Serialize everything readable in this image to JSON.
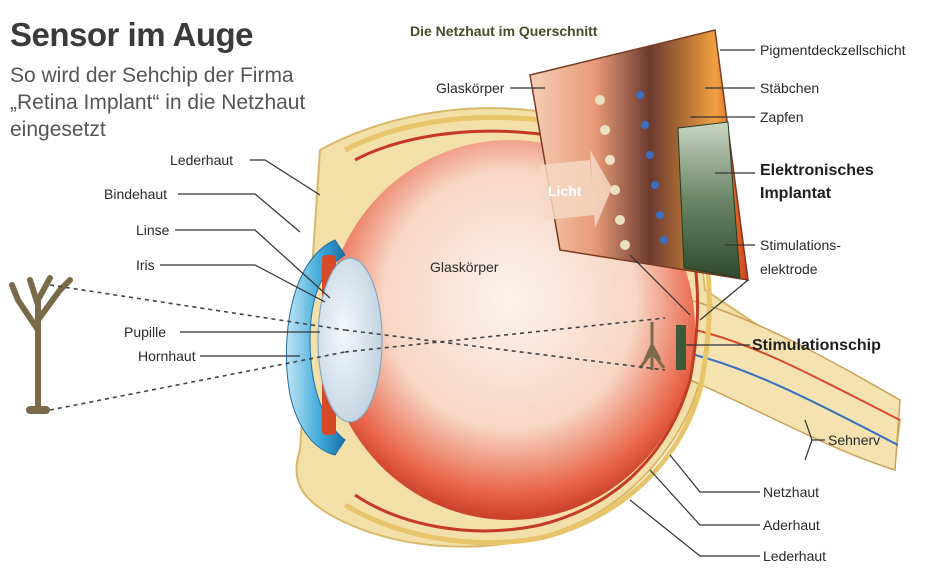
{
  "header": {
    "title": "Sensor im Auge",
    "subtitle_lines": [
      "So wird der Sehchip der Firma",
      "„Retina Implant“ in die Netzhaut",
      "eingesetzt"
    ]
  },
  "inset": {
    "title": "Die Netzhaut im Querschnitt",
    "light_label": "Licht",
    "labels": {
      "glaskoerper": "Glaskörper",
      "pigment": "Pigmentdeckzellschicht",
      "staebchen": "Stäbchen",
      "zapfen": "Zapfen",
      "implantat_line1": "Elektronisches",
      "implantat_line2": "Implantat",
      "elektrode_line1": "Stimulations-",
      "elektrode_line2": "elektrode"
    }
  },
  "eye_labels": {
    "lederhaut_top": "Lederhaut",
    "bindehaut": "Bindehaut",
    "linse": "Linse",
    "iris": "Iris",
    "pupille": "Pupille",
    "hornhaut": "Hornhaut",
    "glaskoerper": "Glaskörper",
    "stimulationschip": "Stimulationschip",
    "sehnerv": "Sehnerv",
    "netzhaut": "Netzhaut",
    "aderhaut": "Aderhaut",
    "lederhaut_bottom": "Lederhaut"
  },
  "colors": {
    "vitreous_center": "#fbe9dd",
    "vitreous_edge": "#c8321a",
    "sclera": "#f3dfa8",
    "cornea": "#3aa6d8",
    "lens": "#d9e6f0",
    "implant": "#3c5a3a",
    "tree": "#7a6a4a"
  }
}
